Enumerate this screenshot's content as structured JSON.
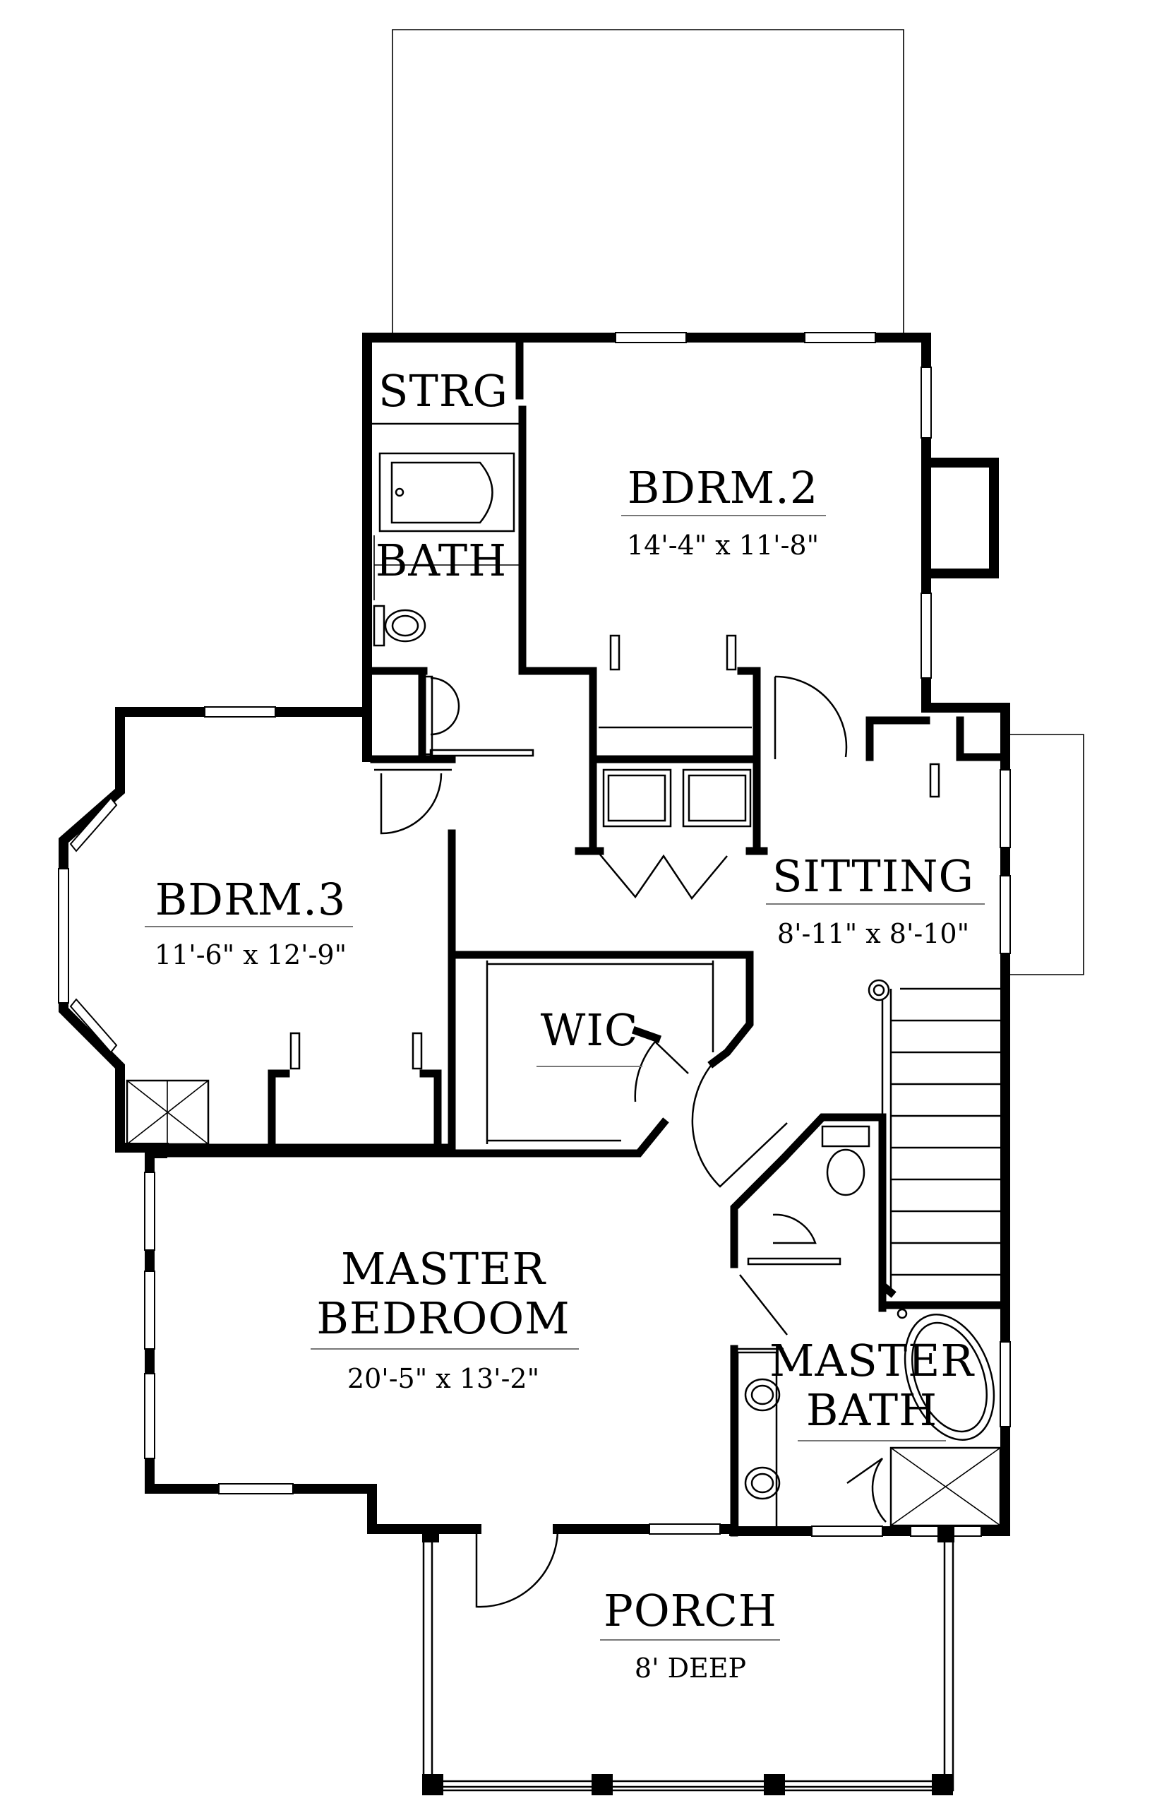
{
  "rooms": {
    "strg": {
      "name": "STRG"
    },
    "bath": {
      "name": "BATH"
    },
    "bdrm2": {
      "name": "BDRM.2",
      "dims": "14'-4\" x 11'-8\""
    },
    "bdrm3": {
      "name": "BDRM.3",
      "dims": "11'-6\" x 12'-9\""
    },
    "sitting": {
      "name": "SITTING",
      "dims": "8'-11\" x 8'-10\""
    },
    "wic": {
      "name": "WIC"
    },
    "master_bedroom": {
      "name_line1": "MASTER",
      "name_line2": "BEDROOM",
      "dims": "20'-5\" x 13'-2\""
    },
    "master_bath": {
      "name_line1": "MASTER",
      "name_line2": "BATH"
    },
    "porch": {
      "name": "PORCH",
      "dims": "8' DEEP"
    }
  },
  "colors": {
    "ink": "#000000",
    "paper": "#ffffff"
  }
}
